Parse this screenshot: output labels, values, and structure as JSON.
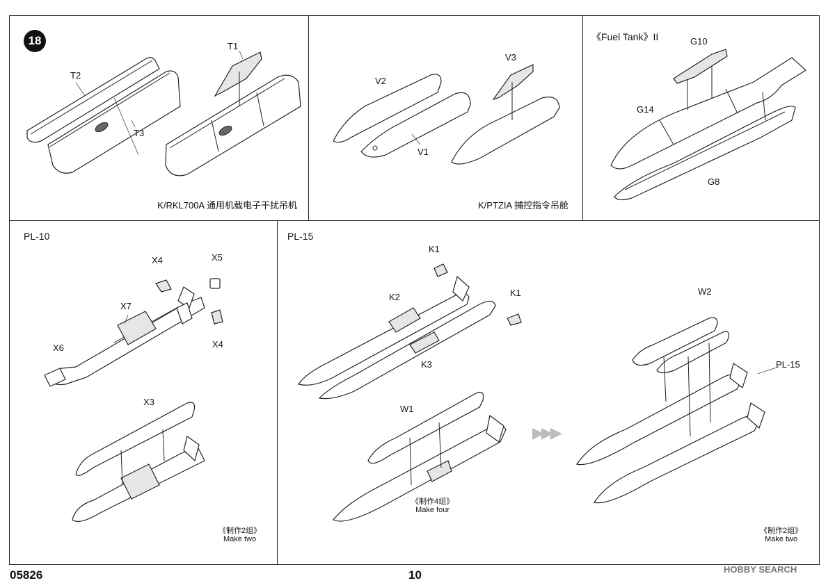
{
  "step": {
    "number": "18"
  },
  "panels": {
    "rkl700a": {
      "parts": {
        "t1": "T1",
        "t2": "T2",
        "t3": "T3"
      },
      "caption": "K/RKL700A 通用机载电子干扰吊机"
    },
    "ptzia": {
      "parts": {
        "v1": "V1",
        "v2": "V2",
        "v3": "V3"
      },
      "caption": "K/PTZIA 捕控指令吊舱"
    },
    "fuel_tank": {
      "title": "《Fuel Tank》II",
      "parts": {
        "g10": "G10",
        "g14": "G14",
        "g8": "G8"
      }
    },
    "pl10": {
      "title": "PL-10",
      "parts": {
        "x4a": "X4",
        "x5": "X5",
        "x7": "X7",
        "x4b": "X4",
        "x6": "X6",
        "x3": "X3"
      },
      "note_cn": "《制作2组》",
      "note_en": "Make two"
    },
    "pl15": {
      "title": "PL-15",
      "parts": {
        "k1a": "K1",
        "k2": "K2",
        "k1b": "K1",
        "k3": "K3",
        "w1": "W1",
        "w2": "W2",
        "pl15": "PL-15"
      },
      "note1_cn": "《制作4组》",
      "note1_en": "Make four",
      "note2_cn": "《制作2组》",
      "note2_en": "Make two"
    }
  },
  "footer": {
    "code": "05826",
    "page": "10"
  },
  "watermark": {
    "text": "HOBBY SEARCH"
  }
}
